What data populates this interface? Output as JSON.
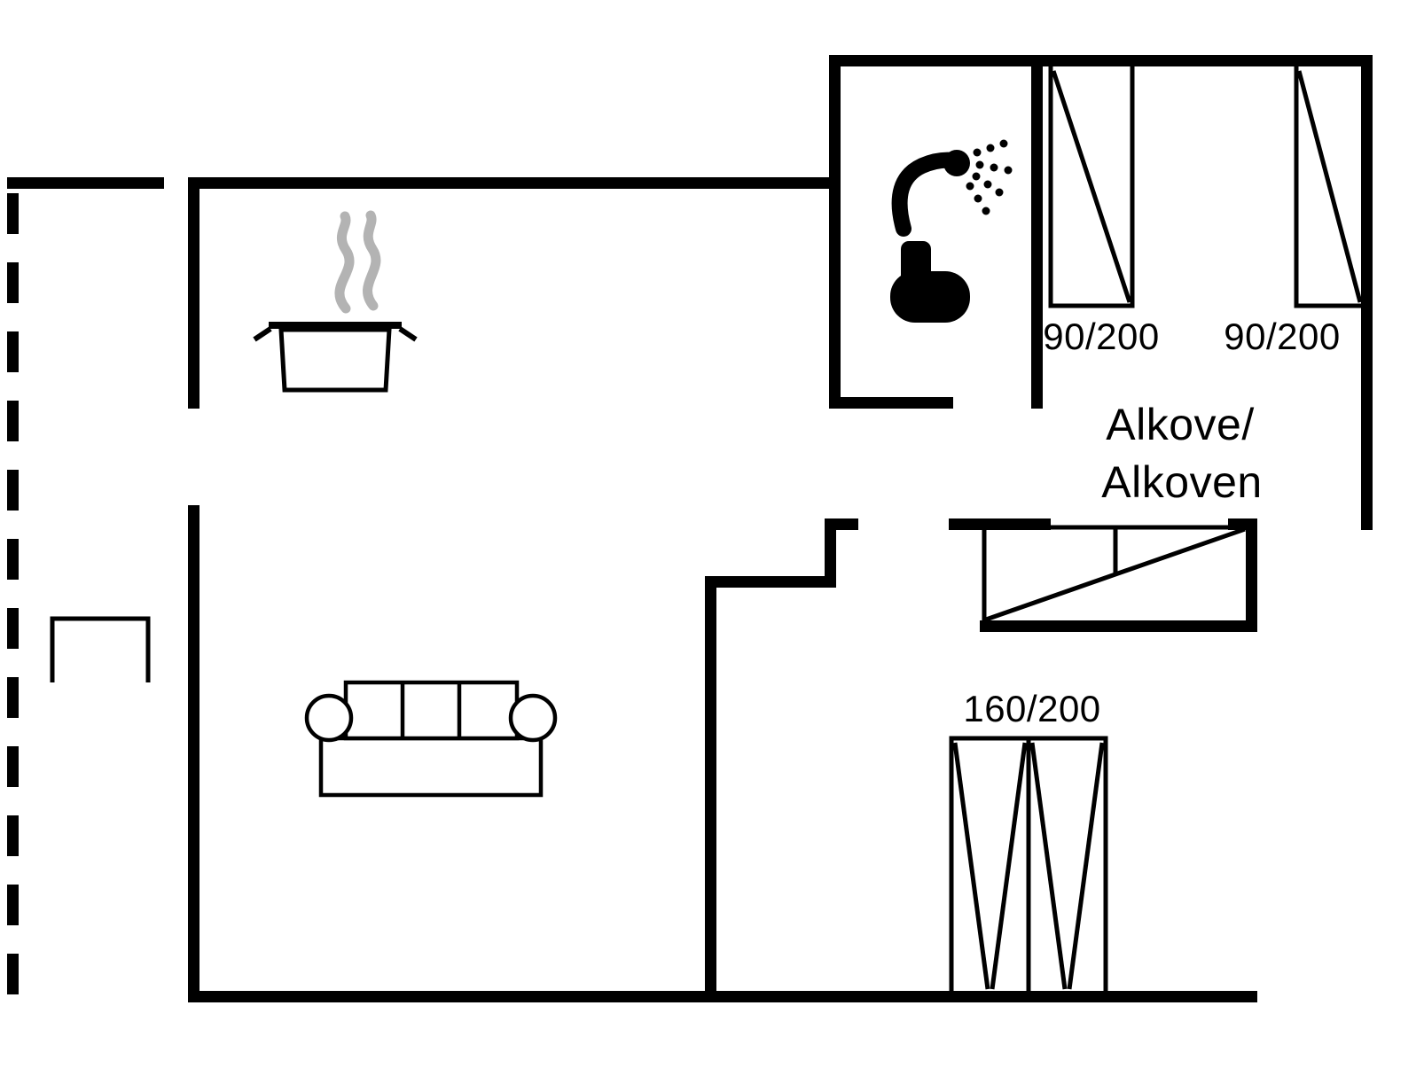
{
  "floorplan": {
    "colors": {
      "background": "#ffffff",
      "wall": "#000000",
      "ink": "#000000",
      "steam": "#b3b3b3"
    },
    "labels": {
      "bed_left": "90/200",
      "bed_right": "90/200",
      "alcove_line1": "Alkove/",
      "alcove_line2": "Alkoven",
      "double_bed": "160/200"
    },
    "icons": [
      "shower-icon",
      "toilet-icon",
      "stove-pot-icon",
      "steam-icon",
      "sofa-icon",
      "single-bed-left-symbol",
      "single-bed-right-symbol",
      "alcove-bed-symbol",
      "double-bed-symbol",
      "annex-door-symbol"
    ]
  }
}
